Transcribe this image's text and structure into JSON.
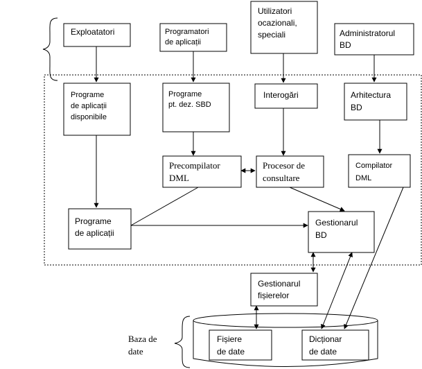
{
  "nodes": {
    "exploatatori": {
      "lines": [
        "Exploatatori"
      ]
    },
    "programatori": {
      "lines": [
        "Programatori",
        "de  aplicații"
      ]
    },
    "utilizatori": {
      "lines": [
        "Utilizatori",
        "ocazionali,",
        "speciali"
      ]
    },
    "administratorul": {
      "lines": [
        "Administratorul",
        "BD"
      ]
    },
    "programe_disponibile": {
      "lines": [
        "Programe",
        "de aplicații",
        "disponibile"
      ]
    },
    "programe_dez": {
      "lines": [
        "Programe",
        "pt. dez. SBD"
      ]
    },
    "interogari": {
      "lines": [
        "Interogări"
      ]
    },
    "arhitectura": {
      "lines": [
        "Arhitectura",
        "BD"
      ]
    },
    "precompilator": {
      "lines": [
        "Precompilator",
        "DML"
      ]
    },
    "procesor": {
      "lines": [
        "Procesor de",
        "consultare"
      ]
    },
    "compilator": {
      "lines": [
        "Compilator",
        "DML"
      ]
    },
    "programe_aplicatii": {
      "lines": [
        "Programe",
        "de aplicații"
      ]
    },
    "gestionarul_bd": {
      "lines": [
        "Gestionarul",
        "BD"
      ]
    },
    "gestionarul_fisierelor": {
      "lines": [
        "Gestionarul",
        "fișierelor"
      ]
    },
    "fisiere": {
      "lines": [
        "Fișiere",
        "de  date"
      ]
    },
    "dictionar": {
      "lines": [
        "Dicționar",
        "de  date"
      ]
    }
  },
  "baza_de_date_label": [
    "Baza de",
    "date"
  ]
}
